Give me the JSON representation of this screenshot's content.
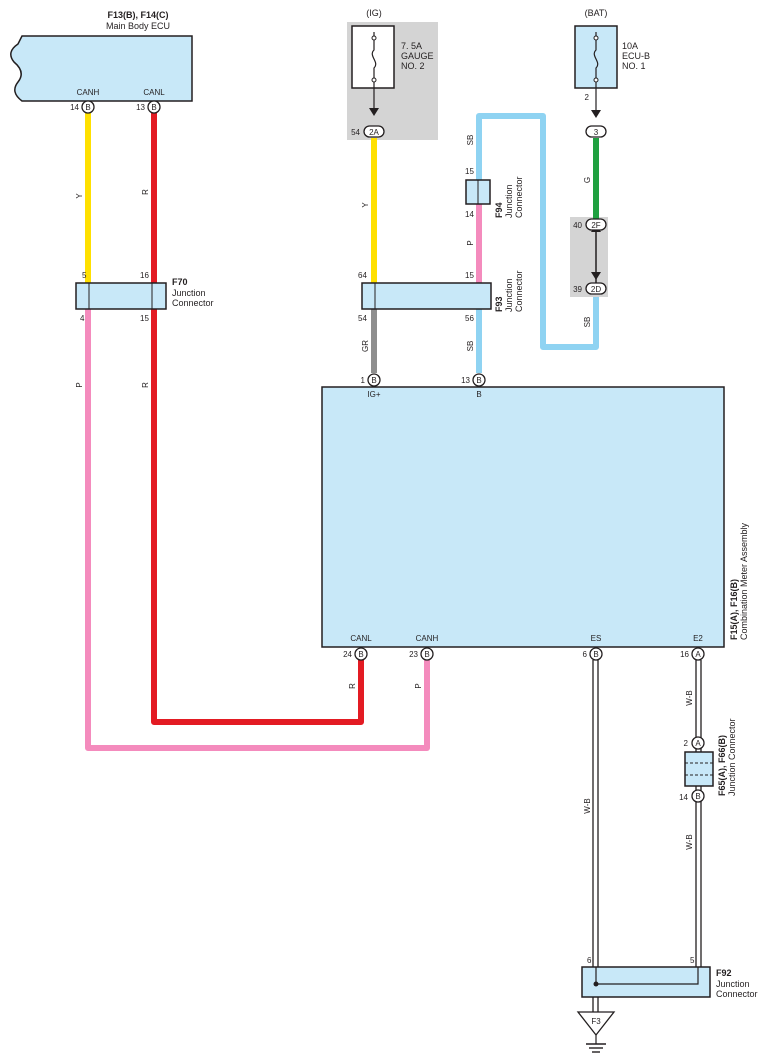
{
  "colors": {
    "ecu_fill": "#c8e8f8",
    "fuse_zone": "#d4d4d4",
    "yellow": "#ffe000",
    "red": "#e31b23",
    "pink": "#f48bbd",
    "sky_blue": "#8fd3f2",
    "green": "#1fa040",
    "gray": "#8e8e8e",
    "black": "#231f20"
  },
  "main_body_ecu": {
    "id": "F13(B), F14(C)",
    "name": "Main Body ECU",
    "canh": {
      "label": "CANH",
      "pin": "14",
      "conn": "B"
    },
    "canl": {
      "label": "CANL",
      "pin": "13",
      "conn": "B"
    }
  },
  "fuse_ig": {
    "source": "(IG)",
    "rating": "7. 5A",
    "name1": "GAUGE",
    "name2": "NO. 2",
    "pin": "54",
    "conn": "2A"
  },
  "fuse_bat": {
    "source": "(BAT)",
    "rating": "10A",
    "name1": "ECU-B",
    "name2": "NO. 1",
    "pin": "2",
    "conn": "3"
  },
  "inline_2f_2d": {
    "top_pin": "40",
    "top_conn": "2F",
    "bottom_pin": "39",
    "bottom_conn": "2D"
  },
  "f70": {
    "id": "F70",
    "name1": "Junction",
    "name2": "Connector",
    "pins": {
      "in_left": "5",
      "in_right": "16",
      "out_left": "4",
      "out_right": "15"
    }
  },
  "f93": {
    "id": "F93",
    "name1": "Junction",
    "name2": "Connector",
    "pins": {
      "in_left": "64",
      "in_right": "15",
      "out_left": "54",
      "out_right": "56"
    }
  },
  "f94": {
    "id": "F94",
    "name1": "Junction",
    "name2": "Connector",
    "pins": {
      "top": "15",
      "bottom": "14"
    }
  },
  "combination_meter": {
    "id": "F15(A), F16(B)",
    "name": "Combination Meter Assembly",
    "top_pins": [
      {
        "pin": "1",
        "conn": "B",
        "label": "IG+"
      },
      {
        "pin": "13",
        "conn": "B",
        "label": "B"
      }
    ],
    "bottom_pins": [
      {
        "pin": "24",
        "conn": "B",
        "label": "CANL"
      },
      {
        "pin": "23",
        "conn": "B",
        "label": "CANH"
      },
      {
        "pin": "6",
        "conn": "B",
        "label": "ES"
      },
      {
        "pin": "16",
        "conn": "A",
        "label": "E2"
      }
    ]
  },
  "f65_f66": {
    "id": "F65(A), F66(B)",
    "name": "Junction Connector",
    "top_pin": "2",
    "top_conn": "A",
    "bottom_pin": "14",
    "bottom_conn": "B"
  },
  "f92": {
    "id": "F92",
    "name1": "Junction",
    "name2": "Connector",
    "pin_left": "6",
    "pin_right": "5"
  },
  "ground": {
    "id": "F3"
  },
  "wire_codes": {
    "y": "Y",
    "r": "R",
    "p": "P",
    "sb": "SB",
    "g": "G",
    "gr": "GR",
    "wb": "W-B"
  }
}
